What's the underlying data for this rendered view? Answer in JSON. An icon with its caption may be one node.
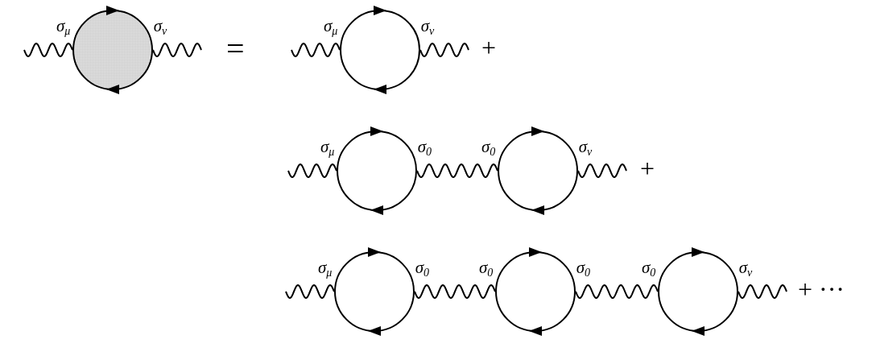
{
  "diagram": {
    "nodes": [
      {
        "text": [],
        "shape": "circle",
        "beside": [
          "σ$_{μ}$",
          "σ$_{ν}$"
        ]
      },
      {
        "text": [],
        "shape": "circle",
        "beside": [
          "σ$_{μ}$",
          "σ$_{ν}$"
        ]
      },
      {
        "text": [],
        "shape": "circle",
        "beside": [
          "σ$_{μ}$",
          "σ$_{0}$"
        ]
      },
      {
        "text": [],
        "shape": "circle",
        "beside": [
          "σ$_{0}$",
          "σ$_{ν}$"
        ]
      },
      {
        "text": [],
        "shape": "circle",
        "beside": [
          "σ$_{μ}$",
          "σ$_{0}$"
        ]
      },
      {
        "text": [],
        "shape": "circle",
        "beside": [
          "σ$_{0}$",
          "σ$_{0}$"
        ]
      },
      {
        "text": [],
        "shape": "circle",
        "beside": [
          "σ$_{0}$",
          "σ$_{ν}$"
        ]
      }
    ],
    "edges": [
      {
        "from": null,
        "to": 0,
        "arrow": "none"
      },
      {
        "from": 0,
        "to": null,
        "arrow": "none"
      },
      {
        "from": null,
        "to": 1,
        "arrow": "none"
      },
      {
        "from": 1,
        "to": null,
        "arrow": "none"
      },
      {
        "from": null,
        "to": 2,
        "arrow": "none"
      },
      {
        "from": 2,
        "to": 3,
        "arrow": "none"
      },
      {
        "from": 3,
        "to": null,
        "arrow": "none"
      },
      {
        "from": null,
        "to": 4,
        "arrow": "none"
      },
      {
        "from": 4,
        "to": 5,
        "arrow": "none"
      },
      {
        "from": 5,
        "to": 6,
        "arrow": "none"
      },
      {
        "from": 6,
        "to": null,
        "arrow": "none"
      }
    ],
    "labels": [
      "=",
      "+",
      "+",
      "+ ···"
    ]
  }
}
